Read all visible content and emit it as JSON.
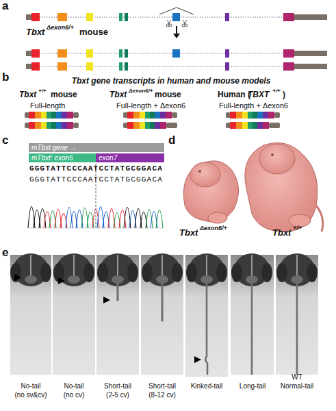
{
  "diagram": {
    "nodes": [
      {
        "text": [
          "mTbxt gene →"
        ]
      },
      {
        "text": [
          "mTbxt: exon5"
        ]
      },
      {
        "text": [
          "exon7"
        ]
      }
    ],
    "labels": [
      "a",
      "Tbxt",
      "Δexon6/+",
      "mouse",
      "b",
      "Tbxt gene transcripts in human and mouse models",
      "Tbxt",
      "+/+",
      "mouse",
      "Tbxt",
      "Δexon6/+",
      "mouse",
      "Human (",
      "TBXT",
      "+/+",
      ")",
      "Full-length",
      "Full-length + Δexon6",
      "Full-length + Δexon6",
      "c",
      "GGGTATTCCCAATCCTATGCGGACA",
      "GGGTATTCCCAATCCTATGCGGACA",
      "d",
      "Tbxt",
      "Δexon6/+",
      "Tbxt",
      "+/+",
      "e",
      "No-tail",
      "(no sv&cv)",
      "No-tail",
      "(no cv)",
      "Short-tail",
      "(2-5 cv)",
      "Short-tail",
      "(8-12 cv)",
      "Kinked-tail",
      "Long-tail",
      "WT",
      "Normal-tail"
    ]
  }
}
